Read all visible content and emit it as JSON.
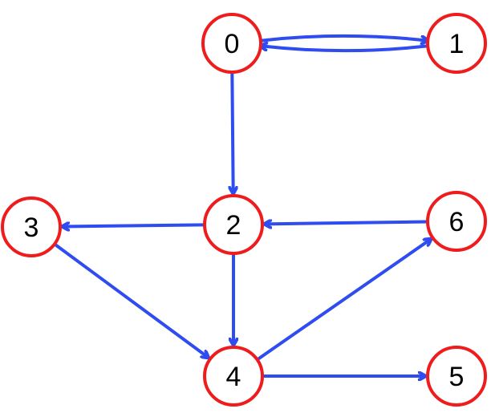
{
  "colors": {
    "node_stroke": "#ee1c1c",
    "node_fill": "#ffffff",
    "edge": "#2f4cf0",
    "label": "#000000"
  },
  "graph": {
    "directed": true,
    "nodes": [
      {
        "id": "0",
        "label": "0"
      },
      {
        "id": "1",
        "label": "1"
      },
      {
        "id": "2",
        "label": "2"
      },
      {
        "id": "3",
        "label": "3"
      },
      {
        "id": "4",
        "label": "4"
      },
      {
        "id": "5",
        "label": "5"
      },
      {
        "id": "6",
        "label": "6"
      }
    ],
    "edges": [
      {
        "from": "0",
        "to": "1"
      },
      {
        "from": "1",
        "to": "0"
      },
      {
        "from": "0",
        "to": "2"
      },
      {
        "from": "2",
        "to": "3"
      },
      {
        "from": "6",
        "to": "2"
      },
      {
        "from": "2",
        "to": "4"
      },
      {
        "from": "3",
        "to": "4"
      },
      {
        "from": "4",
        "to": "6"
      },
      {
        "from": "4",
        "to": "5"
      }
    ]
  }
}
